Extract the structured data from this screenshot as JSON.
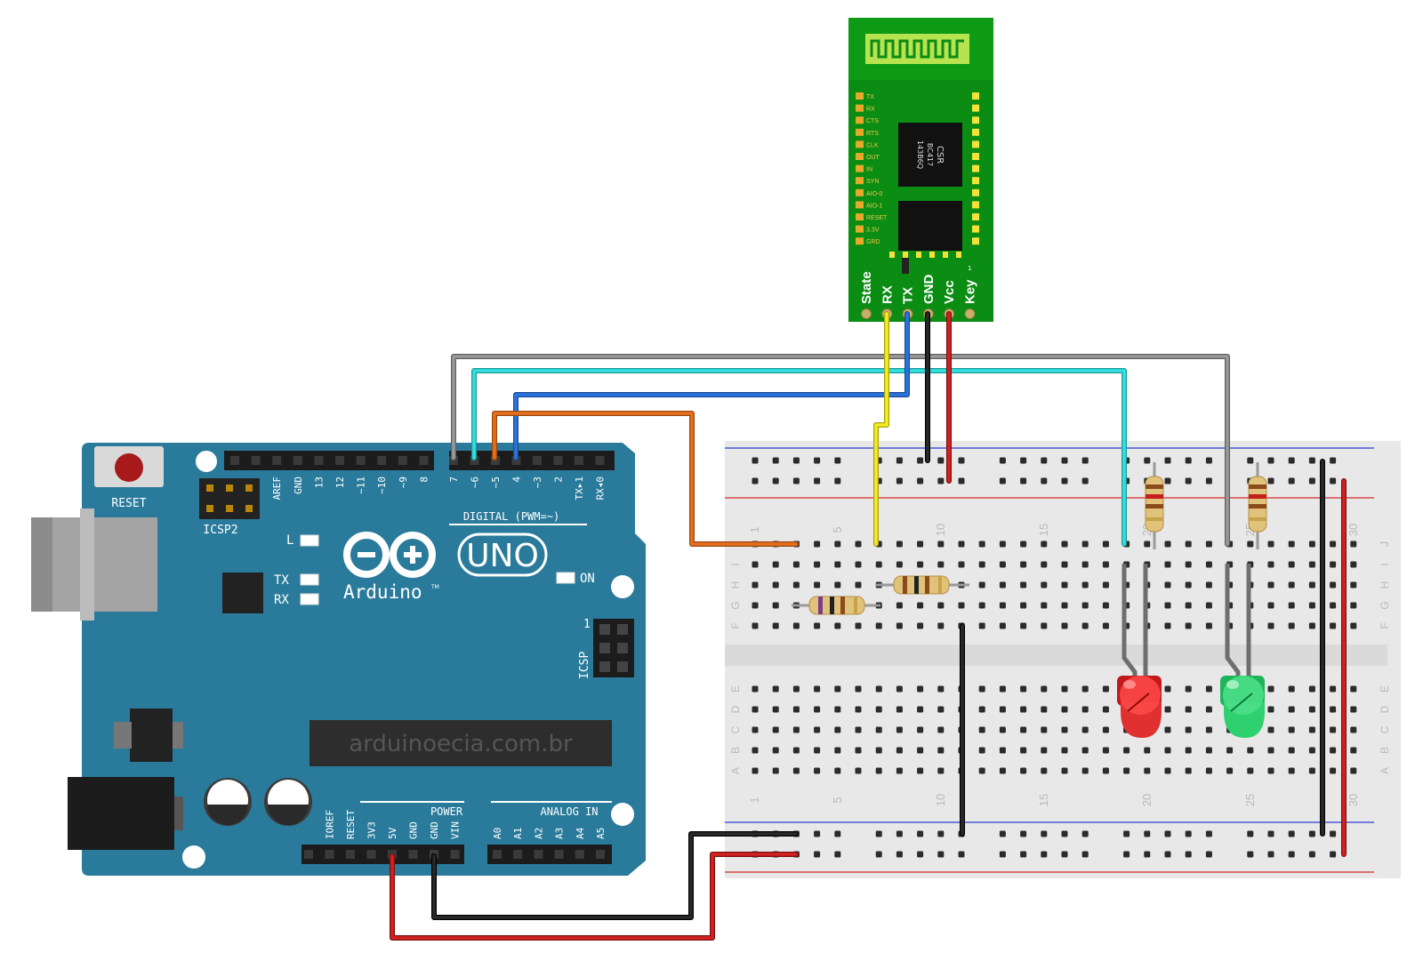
{
  "arduino": {
    "reset_label": "RESET",
    "icsp2_label": "ICSP2",
    "icsp_label": "ICSP",
    "icsp_pin_one": "1",
    "digital_label": "DIGITAL (PWM=~)",
    "digital_pins": [
      "7",
      "~6",
      "~5",
      "4",
      "~3",
      "2",
      "TX▸1",
      "RX◂0"
    ],
    "top_left_pins": [
      "AREF",
      "GND",
      "13",
      "12",
      "~11",
      "~10",
      "~9",
      "8"
    ],
    "led_l": "L",
    "led_tx": "TX",
    "led_rx": "RX",
    "led_on": "ON",
    "logo_uno": "UNO",
    "logo_arduino": "Arduino",
    "logo_tm": "TM",
    "watermark": "arduinoecia.com.br",
    "power_label": "POWER",
    "analog_label": "ANALOG IN",
    "power_pins": [
      "IOREF",
      "RESET",
      "3V3",
      "5V",
      "GND",
      "GND",
      "VIN"
    ],
    "analog_pins": [
      "A0",
      "A1",
      "A2",
      "A3",
      "A4",
      "A5"
    ],
    "color_board": "#2a7b9b"
  },
  "bluetooth": {
    "chip_text": [
      "CSR",
      "BC417",
      "143B6Q"
    ],
    "side_pins": [
      "TX",
      "RX",
      "CTS",
      "RTS",
      "CLK",
      "OUT",
      "IN",
      "SYN",
      "AIO-0",
      "AIO-1",
      "RESET",
      "3.3V",
      "GRD"
    ],
    "bottom_pins": [
      "State",
      "RX",
      "TX",
      "GND",
      "Vcc",
      "Key"
    ],
    "corner_mark": "1",
    "color_board": "#0b8c13"
  },
  "breadboard": {
    "column_numbers": [
      "1",
      "5",
      "10",
      "15",
      "20",
      "25",
      "30"
    ],
    "row_letters_top": [
      "J",
      "I",
      "H",
      "G",
      "F"
    ],
    "row_letters_bottom": [
      "E",
      "D",
      "C",
      "B",
      "A"
    ],
    "rail_blue": "#2b3bd1",
    "rail_red": "#d42b2b"
  },
  "components": {
    "led_colors": [
      "red",
      "green"
    ],
    "resistor_count": 4
  },
  "wire_colors": {
    "yellow": "#f2ea15",
    "cyan": "#2fd6d6",
    "blue": "#2a6fd6",
    "orange": "#e06c1d",
    "gray": "#8a8a8a",
    "black": "#1a1a1a",
    "red": "#cc1f1f"
  }
}
